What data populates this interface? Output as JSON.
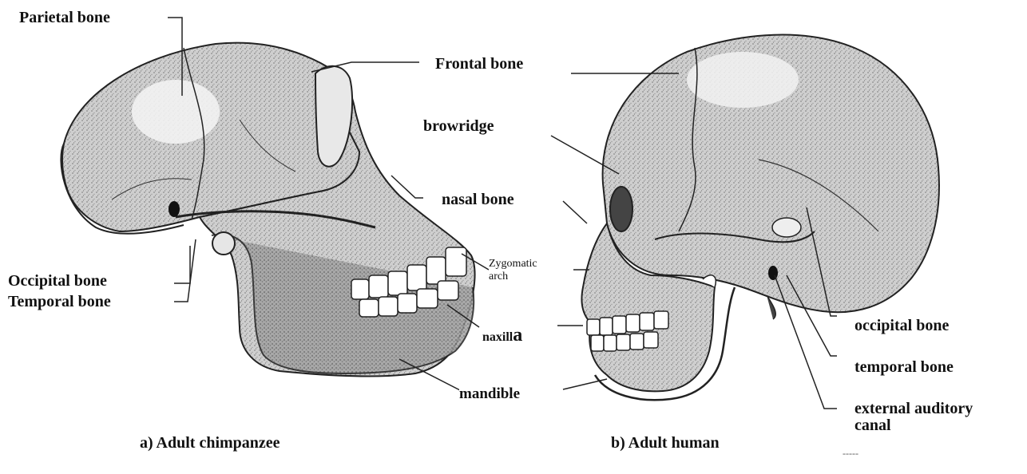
{
  "labels": {
    "parietal_bone": "Parietal bone",
    "frontal_bone": "Frontal bone",
    "browridge": "browridge",
    "nasal_bone": "nasal bone",
    "zygomatic_arch_line1": "Zygomatic",
    "zygomatic_arch_line2": "arch",
    "maxilla_prefix": "naxill",
    "maxilla_suffix": "a",
    "mandible": "mandible",
    "occipital_bone_left": "Occipital bone",
    "temporal_bone_left": "Temporal bone",
    "occipital_bone_right": "occipital bone",
    "temporal_bone_right": "temporal bone",
    "external_auditory_canal_line1": "external auditory",
    "external_auditory_canal_line2": "canal"
  },
  "captions": {
    "chimpanzee": "a) Adult chimpanzee",
    "human": "b) Adult human"
  },
  "colors": {
    "bone_fill": "#cfcfcf",
    "bone_shade": "#a9a9a9",
    "ink": "#222222"
  }
}
